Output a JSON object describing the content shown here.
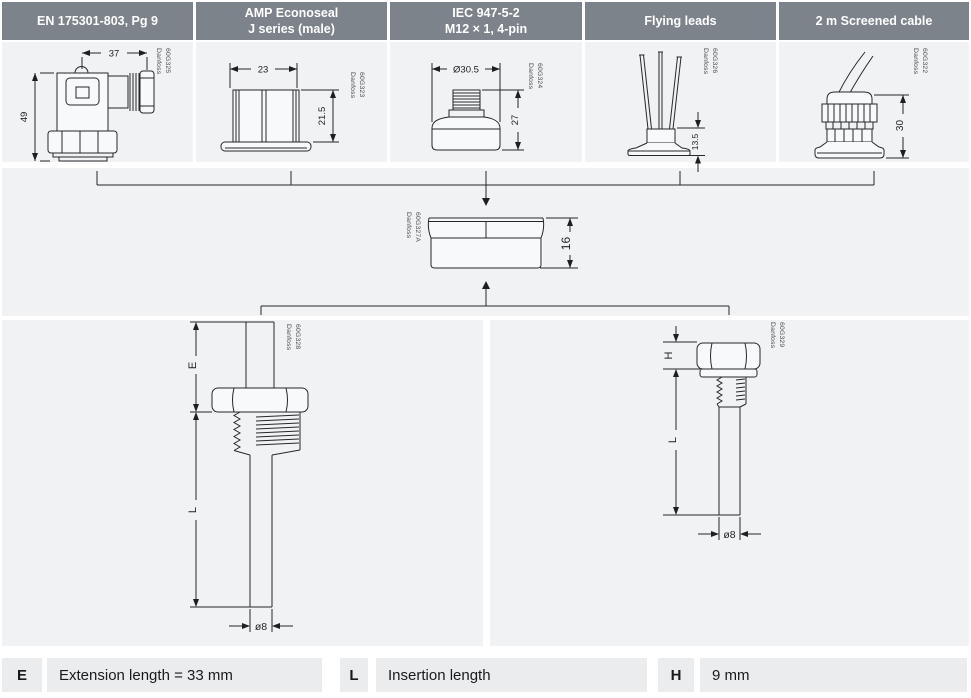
{
  "brand": "Danfoss",
  "columns": [
    {
      "title_lines": [
        "EN 175301-803, Pg 9"
      ],
      "code": "60G325",
      "dim_width": "37",
      "dim_height": "49"
    },
    {
      "title_lines": [
        "AMP Econoseal",
        "J series (male)"
      ],
      "code": "60G323",
      "dim_width": "23",
      "dim_height": "21.5"
    },
    {
      "title_lines": [
        "IEC 947-5-2",
        "M12 × 1, 4-pin"
      ],
      "code": "60G324",
      "dim_width": "Ø30.5",
      "dim_height": "27"
    },
    {
      "title_lines": [
        "Flying leads"
      ],
      "code": "60G326",
      "dim_height": "13.5"
    },
    {
      "title_lines": [
        "2 m Screened cable"
      ],
      "code": "60G322",
      "dim_height": "30"
    }
  ],
  "adapter": {
    "code": "60G327A",
    "dim_height": "16"
  },
  "sensors": {
    "left": {
      "code": "60G328",
      "dim_extension": "E",
      "dim_insertion": "L",
      "dim_diameter": "ø8"
    },
    "right": {
      "code": "60G329",
      "dim_hex": "H",
      "dim_insertion": "L",
      "dim_diameter": "ø8"
    }
  },
  "legend": [
    {
      "key": "E",
      "text": "Extension length = 33 mm"
    },
    {
      "key": "L",
      "text": "Insertion length"
    },
    {
      "key": "H",
      "text": "9 mm"
    }
  ],
  "colors": {
    "header_bg": "#7c838a",
    "panel_bg": "#f1f2f4",
    "legend_bg": "#ebecee",
    "line": "#25272a"
  }
}
